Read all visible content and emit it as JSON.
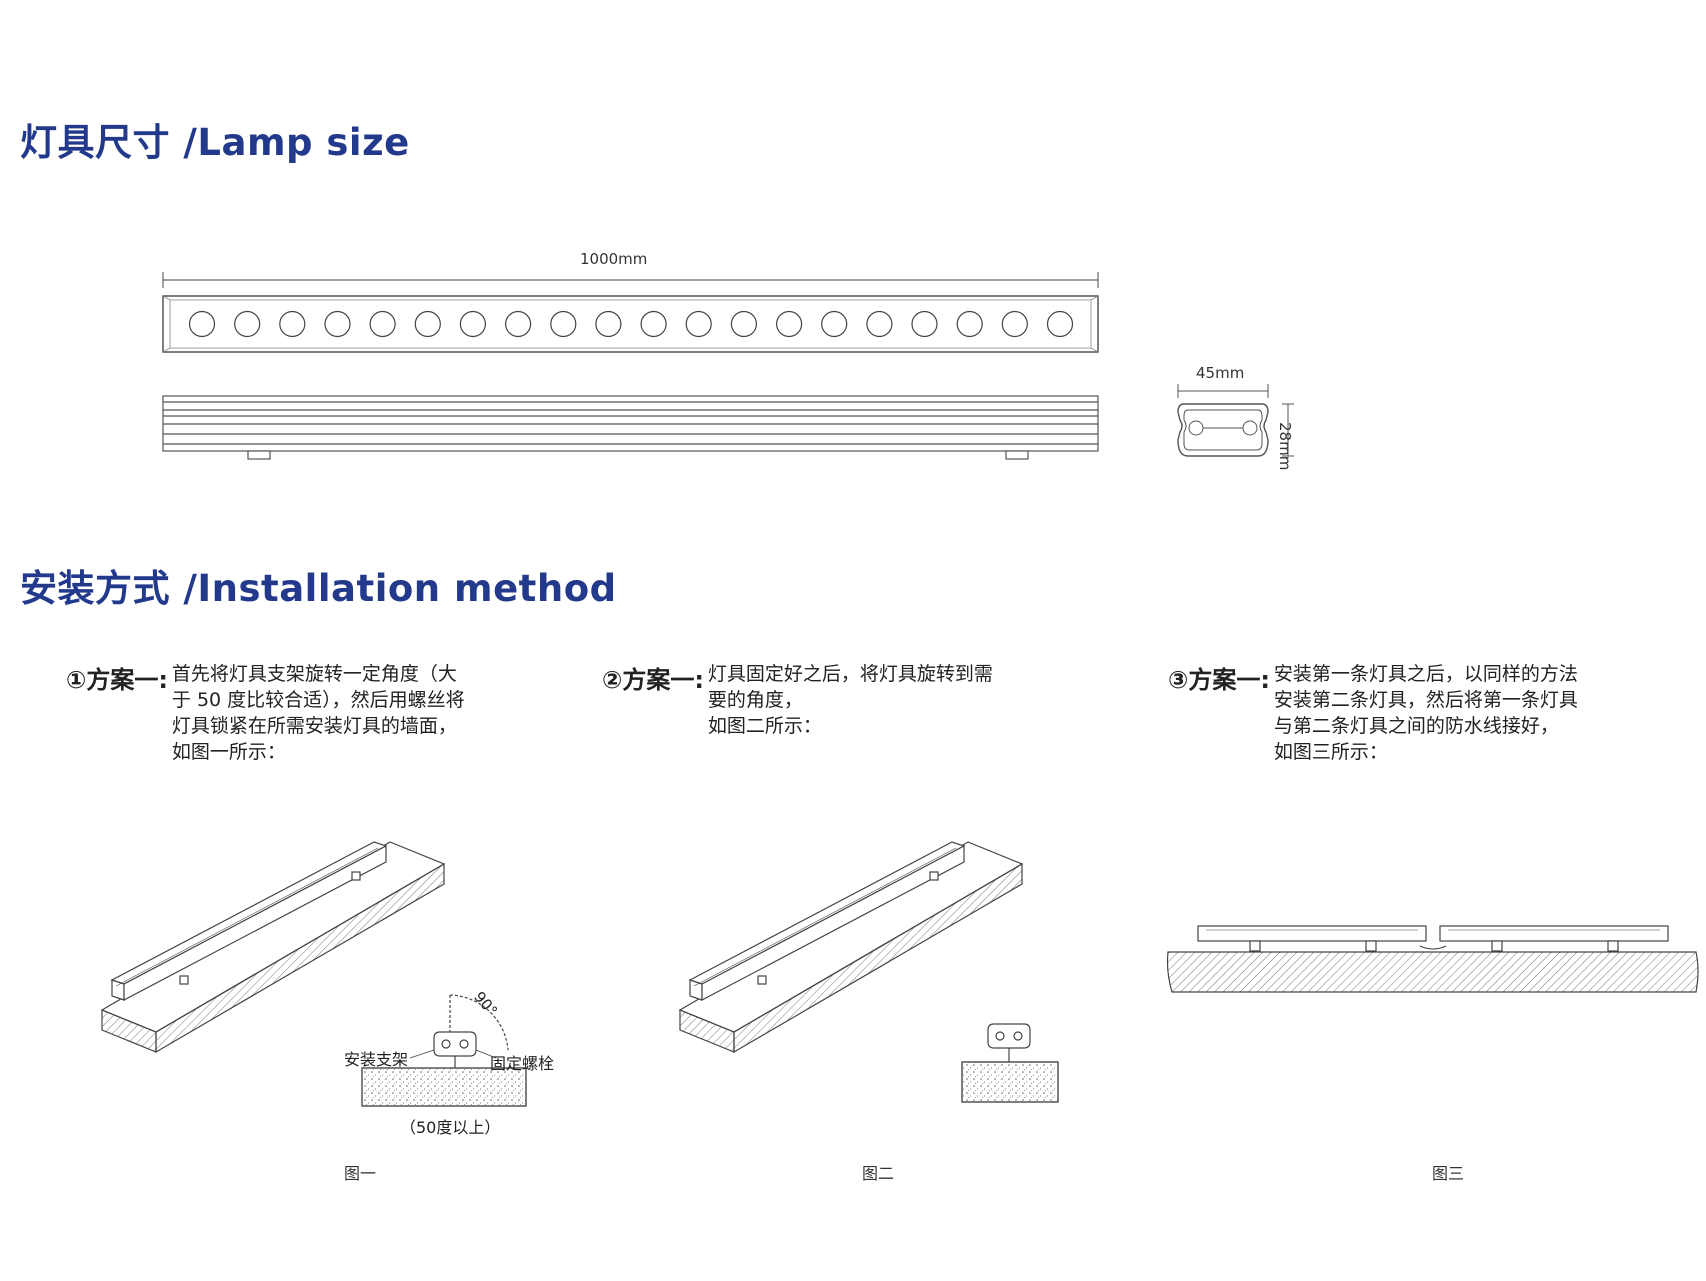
{
  "lamp_size": {
    "heading": "灯具尺寸 /Lamp size",
    "length_label": "1000mm",
    "width_label": "45mm",
    "height_label": "28mm",
    "led_count": 20
  },
  "installation": {
    "heading": "安装方式 /Installation method",
    "schemes": [
      {
        "title": "①方案一:",
        "lines": [
          "首先将灯具支架旋转一定角度（大",
          "于 50 度比较合适），然后用螺丝将",
          "灯具锁紧在所需安装灯具的墙面，",
          "如图一所示："
        ]
      },
      {
        "title": "②方案一:",
        "lines": [
          "灯具固定好之后，将灯具旋转到需",
          "要的角度，",
          "如图二所示："
        ]
      },
      {
        "title": "③方案一:",
        "lines": [
          "安装第一条灯具之后，以同样的方法",
          "安装第二条灯具，然后将第一条灯具",
          "与第二条灯具之间的防水线接好，",
          "如图三所示："
        ]
      }
    ],
    "figures": {
      "fig1": {
        "caption": "图一",
        "bracket_label": "安装支架",
        "bolt_label": "固定螺栓",
        "angle_note": "（50度以上）",
        "angle_mark": "90°"
      },
      "fig2": {
        "caption": "图二"
      },
      "fig3": {
        "caption": "图三"
      }
    }
  },
  "colors": {
    "heading": "#233a8c",
    "line": "#555555"
  }
}
